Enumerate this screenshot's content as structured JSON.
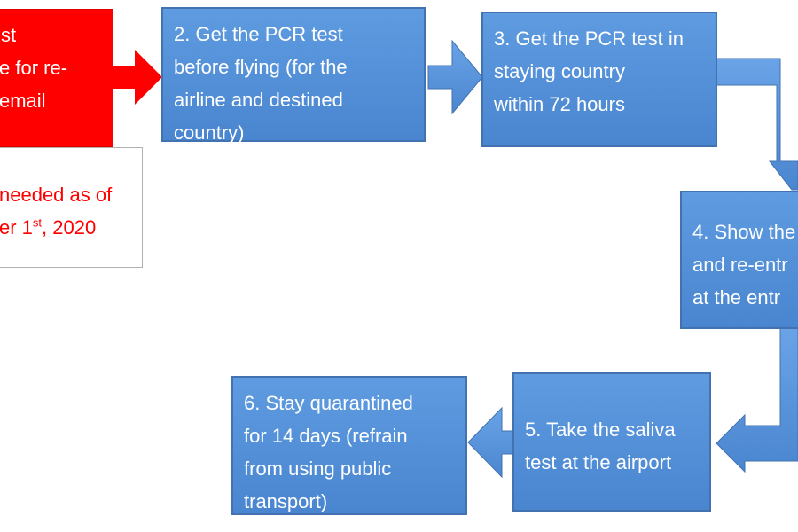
{
  "colors": {
    "step_box": "#4a86d0",
    "arrow_blue": "#5b95dc",
    "first_step": "#ff0000",
    "note_text": "#ff0000"
  },
  "steps": {
    "step1": {
      "lines": [
        "st",
        "e for re-",
        "email"
      ]
    },
    "step2": {
      "lines": [
        "2. Get the PCR test",
        "before flying (for the",
        "airline and destined",
        "country)"
      ]
    },
    "step3": {
      "lines": [
        "3. Get the PCR test in",
        "staying country",
        "within 72 hours"
      ]
    },
    "step4": {
      "lines": [
        "4. Show the",
        "and re-entr",
        "at the entr"
      ]
    },
    "step5": {
      "lines": [
        "5. Take the saliva",
        "test at the airport"
      ]
    },
    "step6": {
      "lines": [
        "6. Stay quarantined",
        "for 14 days (refrain",
        "from using public",
        "transport)"
      ]
    }
  },
  "note": {
    "line1": "needed as of",
    "line2_prefix": "er 1",
    "line2_sup": "st",
    "line2_suffix": ", 2020"
  }
}
